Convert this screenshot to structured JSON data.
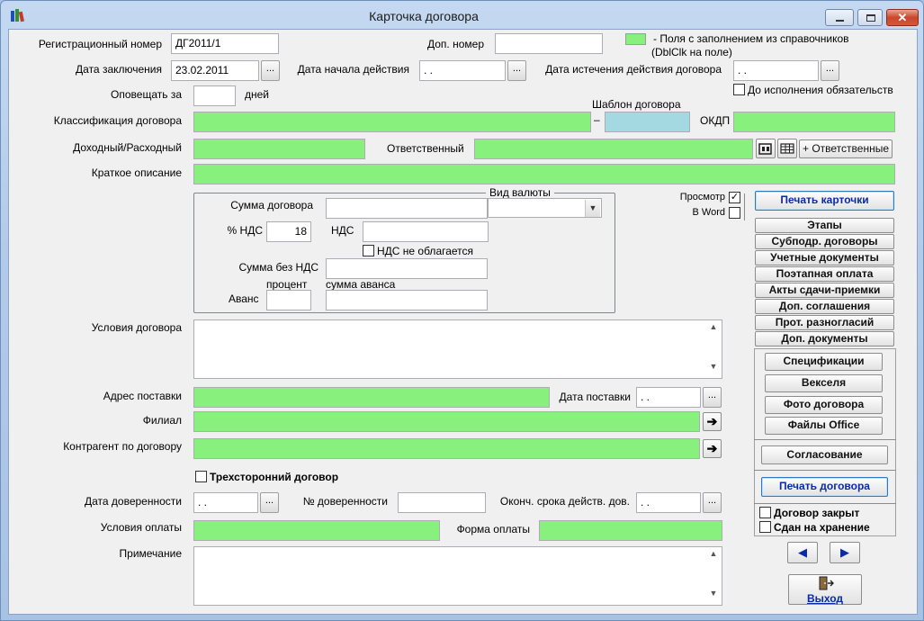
{
  "window": {
    "title": "Карточка договора",
    "minimize": "–",
    "maximize": "□",
    "close": "✕"
  },
  "legend": {
    "text": "-  Поля с заполнением из справочников",
    "hint": "(DblClk на поле)"
  },
  "labels": {
    "reg_number": "Регистрационный номер",
    "extra_number": "Доп. номер",
    "conclusion_date": "Дата заключения",
    "start_date": "Дата начала действия",
    "expiry_date": "Дата истечения действия договора",
    "notify_for": "Оповещать за",
    "days": "дней",
    "until_obligations": "До исполнения обязательств",
    "classification": "Классификация договора",
    "template": "Шаблон договора",
    "okdp": "ОКДП",
    "income_expense": "Доходный/Расходный",
    "responsible": "Ответственный",
    "short_description": "Краткое описание",
    "contract_sum": "Сумма договора",
    "currency": "Вид валюты",
    "vat_percent": "% НДС",
    "vat": "НДС",
    "vat_exempt": "НДС не облагается",
    "sum_without_vat": "Сумма без НДС",
    "percent": "процент",
    "advance_sum": "сумма аванса",
    "advance": "Аванс",
    "conditions": "Условия договора",
    "delivery_address": "Адрес поставки",
    "delivery_date": "Дата поставки",
    "branch": "Филиал",
    "counterparty": "Контрагент по договору",
    "tripartite": "Трехсторонний договор",
    "poa_date": "Дата доверенности",
    "poa_number": "№ доверенности",
    "poa_end": "Оконч. срока действ. дов.",
    "payment_terms": "Условия оплаты",
    "payment_form": "Форма оплаты",
    "note": "Примечание",
    "preview": "Просмотр",
    "in_word": "В Word",
    "contract_closed": "Договор закрыт",
    "archived": "Сдан на хранение"
  },
  "values": {
    "reg_number": "ДГ2011/1",
    "extra_number": "",
    "conclusion_date": "23.02.2011",
    "start_date": " .  .",
    "expiry_date": " .  .",
    "notify_for": "",
    "vat_percent": "18",
    "delivery_date": " .  .",
    "poa_date": " .  .",
    "poa_end": " .  .",
    "dots": "...",
    "check_mark": "✓"
  },
  "buttons": {
    "add_responsible": "+ Ответственные",
    "print_card": "Печать карточки",
    "stages": "Этапы",
    "sub_contracts": "Субподр. договоры",
    "accounting_docs": "Учетные документы",
    "stage_payment": "Поэтапная оплата",
    "acceptance_acts": "Акты сдачи-приемки",
    "add_agreements": "Доп. соглашения",
    "disagreements": "Прот. разногласий",
    "add_documents": "Доп. документы",
    "specifications": "Спецификации",
    "bills": "Векселя",
    "photo": "Фото договора",
    "office_files": "Файлы Office",
    "approval": "Согласование",
    "print_contract": "Печать договора",
    "prev": "◀",
    "next": "▶",
    "exit": "Выход",
    "go_arrow": "➔"
  },
  "colors": {
    "lookup_field": "#88f07d",
    "template_field": "#a4d9e2",
    "accent_text": "#0a2aa8"
  }
}
